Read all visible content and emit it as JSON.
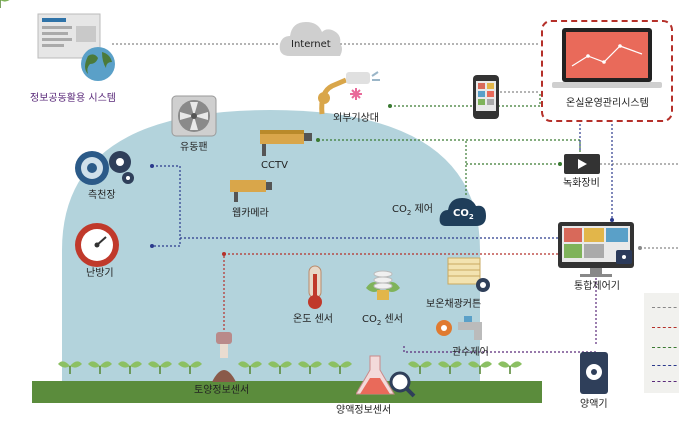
{
  "diagram": {
    "nodes": {
      "info_system": "정보공동활용 시스템",
      "internet": "Internet",
      "greenhouse_mgmt": "온실운영관리시스템",
      "weather_station": "외부기상대",
      "fan": "유동팬",
      "cctv": "CCTV",
      "web_camera": "웹카메라",
      "co2_control_prefix": "CO",
      "co2_control_sub": "2",
      "co2_control_suffix": " 제어",
      "co2_cloud_prefix": "CO",
      "co2_cloud_sub": "2",
      "recorder": "녹화장비",
      "integrated_controller": "통합제어기",
      "curtain": "보온채광커튼",
      "irrigation": "관수제어",
      "ceiling": "측천장",
      "heater": "난방기",
      "temp_sensor": "온도 센서",
      "co2_sensor_prefix": "CO",
      "co2_sensor_sub": "2",
      "co2_sensor_suffix": " 센서",
      "soil_sensor": "토양정보센서",
      "nutrient_sensor": "양액정보센서",
      "nutrient_machine": "양액기"
    },
    "colors": {
      "dome": "#b3d3dc",
      "ground": "#5b8c3c",
      "mgmt_border": "#b5302a",
      "link_green": "#3a7a32",
      "link_red": "#b5302a",
      "link_blue": "#2b3a8c",
      "link_purple": "#5a2a7a",
      "link_gray": "#888888"
    },
    "icons": [
      "monitor-map-icon",
      "cloud-icon",
      "laptop-chart-icon",
      "smartphone-icon",
      "weather-station-icon",
      "fan-icon",
      "cctv-camera-icon",
      "web-camera-icon",
      "co2-cloud-icon",
      "video-recorder-icon",
      "controller-monitor-icon",
      "curtain-icon",
      "faucet-icon",
      "gears-icon",
      "heater-gauge-icon",
      "thermometer-icon",
      "co2-bulb-icon",
      "soil-probe-icon",
      "flask-magnifier-icon",
      "nutrient-unit-icon"
    ]
  }
}
